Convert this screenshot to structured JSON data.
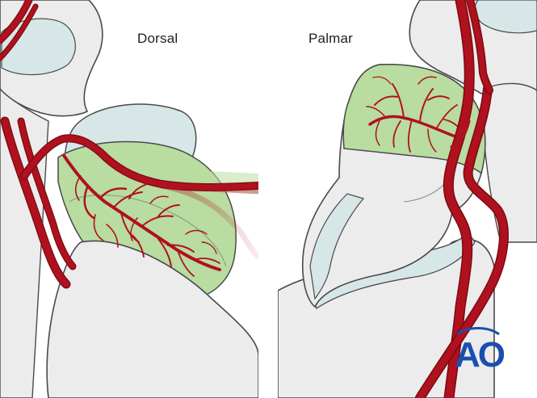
{
  "labels": {
    "left_panel": "Dorsal",
    "right_panel": "Palmar"
  },
  "logo": {
    "text": "AO",
    "color": "#1a4fb0"
  },
  "colors": {
    "artery": "#b0111e",
    "artery_outline": "#7a0a12",
    "bone_fill": "#ececec",
    "bone_outline": "#4a4a4a",
    "cartilage": "#d7e6e6",
    "vascular_zone": "#b9dca0",
    "background": "#ffffff"
  },
  "icons": {
    "logo": "ao-logo"
  }
}
